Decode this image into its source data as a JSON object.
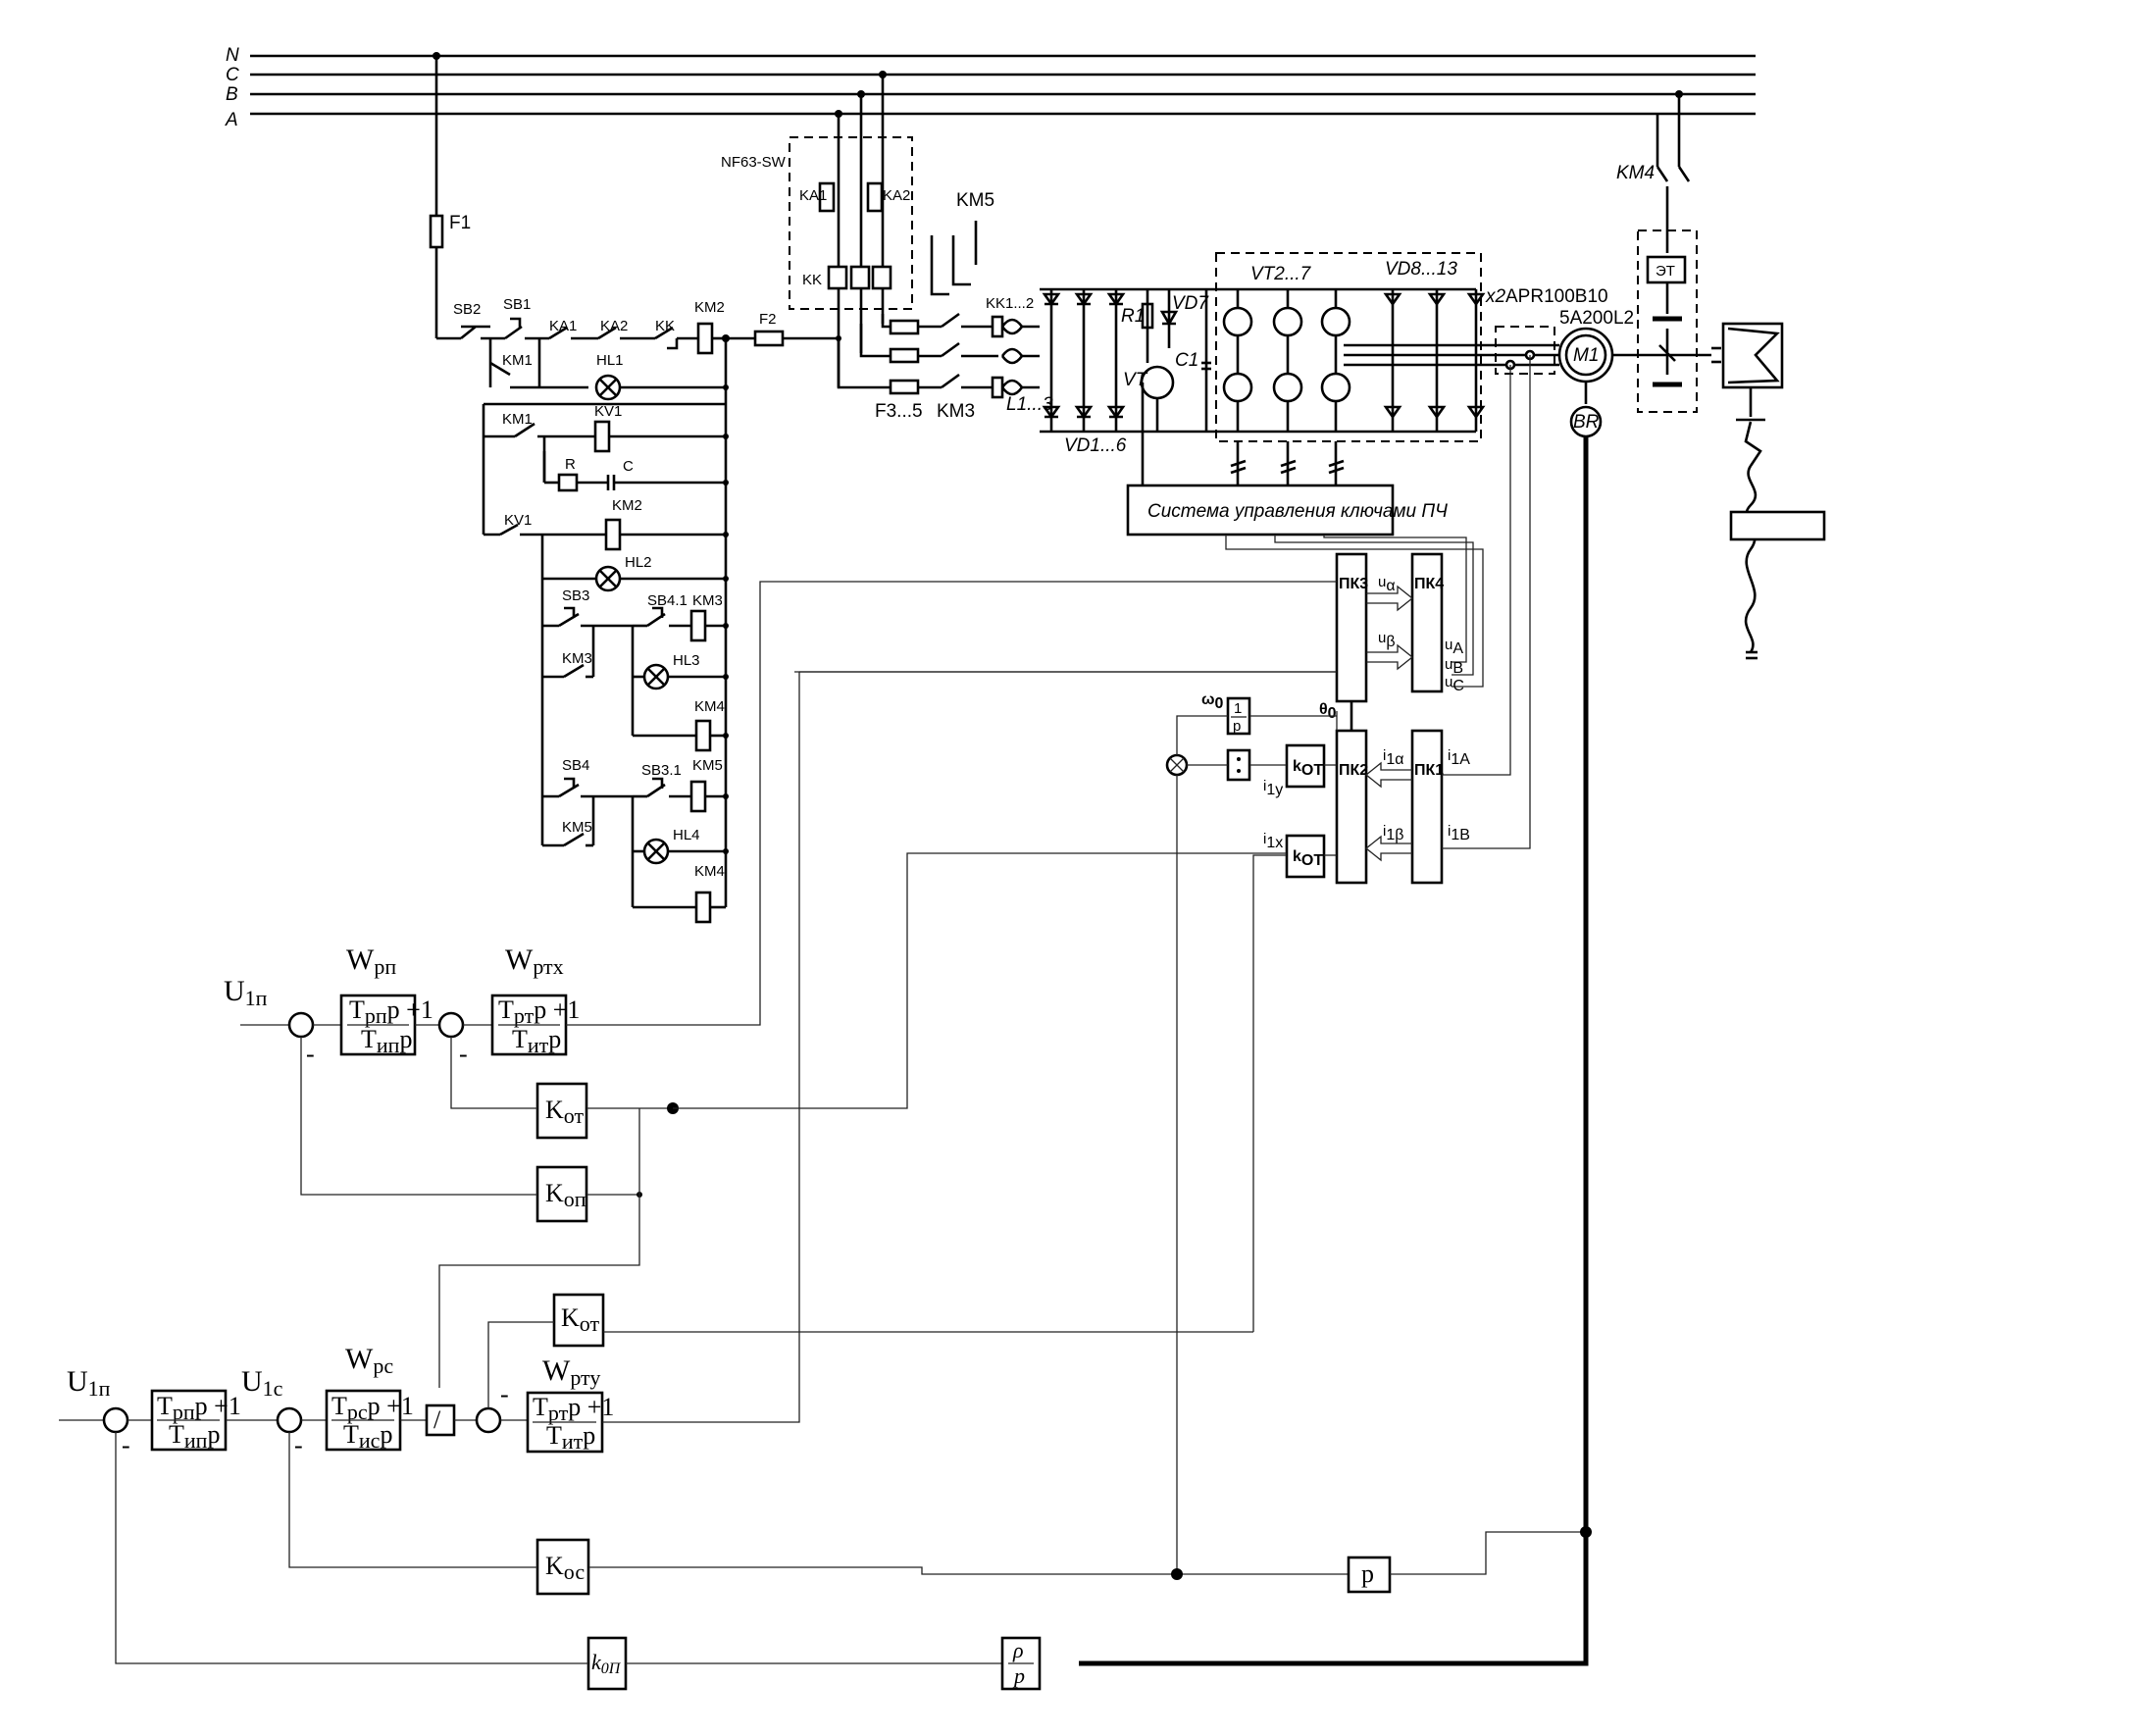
{
  "bus": {
    "n": "N",
    "c": "C",
    "b": "B",
    "a": "A"
  },
  "relay": {
    "f1": "F1",
    "sb2": "SB2",
    "sb1": "SB1",
    "ka1": "KA1",
    "ka2": "KA2",
    "kk": "KK",
    "km2": "KM2",
    "km1_a": "KM1",
    "hl1": "HL1",
    "km1_b": "KM1",
    "kv1": "KV1",
    "r": "R",
    "c": "C",
    "kv1_contact": "KV1",
    "km2_coil": "KM2",
    "hl2": "HL2",
    "sb3": "SB3",
    "sb41": "SB4.1",
    "km3_coil": "KM3",
    "km3_contact": "KM3",
    "hl3": "HL3",
    "km4_a": "KM4",
    "sb4": "SB4",
    "sb31": "SB3.1",
    "km5_coil": "KM5",
    "km5_contact": "KM5",
    "hl4": "HL4",
    "km4_b": "KM4"
  },
  "power": {
    "nf63": "NF63-SW",
    "ka1": "KA1",
    "ka2": "KA2",
    "kk": "KK",
    "f2": "F2",
    "f35": "F3...5",
    "km5": "KM5",
    "km3": "KM3",
    "kk12": "KK1...2",
    "l13": "L1...3",
    "vd16": "VD1...6",
    "r1": "R1",
    "vd7": "VD7",
    "vt": "VT",
    "c1": "C1",
    "vt27": "VT2...7",
    "vd813": "VD8...13",
    "x2": "x2",
    "apr": "APR100B10",
    "motor_type": "5A200L2",
    "m1": "M1",
    "br": "BR",
    "km4": "KM4",
    "et": "ЭТ"
  },
  "control": {
    "sys": "Система управления ключами ПЧ",
    "pk3": "ПК3",
    "pk4": "ПК4",
    "pk2": "ПК2",
    "pk1": "ПК1",
    "k_ot1": "k",
    "k_ot1_sub": "ОТ",
    "k_ot2": "k",
    "k_ot2_sub": "ОТ",
    "u_a": "u",
    "u_a_sub": "α",
    "u_b": "u",
    "u_b_sub": "β",
    "u_A": "u",
    "u_A_sub": "A",
    "u_B": "u",
    "u_B_sub": "B",
    "u_C": "u",
    "u_C_sub": "C",
    "omega": "ω",
    "omega_sub": "0",
    "theta": "θ",
    "theta_sub": "0",
    "int_num": "1",
    "int_den": "p",
    "i_ty": "i",
    "i_ty_sub": "1y",
    "i_tx": "i",
    "i_tx_sub": "1x",
    "i_ta": "i",
    "i_ta_sub": "1α",
    "i_tb": "i",
    "i_tb_sub": "1β",
    "i_1a": "i",
    "i_1a_sub": "1A",
    "i_1b": "i",
    "i_1b_sub": "1B"
  },
  "upper_loop": {
    "input": "U",
    "input_sub": "1п",
    "wrp": "W",
    "wrp_sub": "рп",
    "wrp_num": "T",
    "wrp_num_sub": "рп",
    "wrp_num_tail": "p +1",
    "wrp_den": "T",
    "wrp_den_sub": "ип",
    "wrp_den_tail": "p",
    "wrtx": "W",
    "wrtx_sub": "ртх",
    "wrtx_num": "T",
    "wrtx_num_sub": "рт",
    "wrtx_num_tail": "p +1",
    "wrtx_den": "T",
    "wrtx_den_sub": "ит",
    "wrtx_den_tail": "p",
    "kot": "K",
    "kot_sub": "от",
    "kop": "K",
    "kop_sub": "оп",
    "minus": "-"
  },
  "lower_loop": {
    "input": "U",
    "input_sub": "1п",
    "first_num": "T",
    "first_num_sub": "рп",
    "first_num_tail": "p +1",
    "first_den": "T",
    "first_den_sub": "ип",
    "first_den_tail": "p",
    "uc": "U",
    "uc_sub": "1с",
    "wrc": "W",
    "wrc_sub": "рс",
    "wrc_num": "T",
    "wrc_num_sub": "рс",
    "wrc_num_tail": "p +1",
    "wrc_den": "T",
    "wrc_den_sub": "ис",
    "wrc_den_tail": "p",
    "wrty": "W",
    "wrty_sub": "рту",
    "wrty_num": "T",
    "wrty_num_sub": "рт",
    "wrty_num_tail": "p +1",
    "wrty_den": "T",
    "wrty_den_sub": "ит",
    "wrty_den_tail": "p",
    "kot": "K",
    "kot_sub": "от",
    "koc": "K",
    "koc_sub": "ос",
    "div": "/",
    "p_box": "p",
    "k0p": "k",
    "k0p_sub": "0П",
    "rho_num": "ρ",
    "rho_den": "p",
    "minus": "-"
  }
}
